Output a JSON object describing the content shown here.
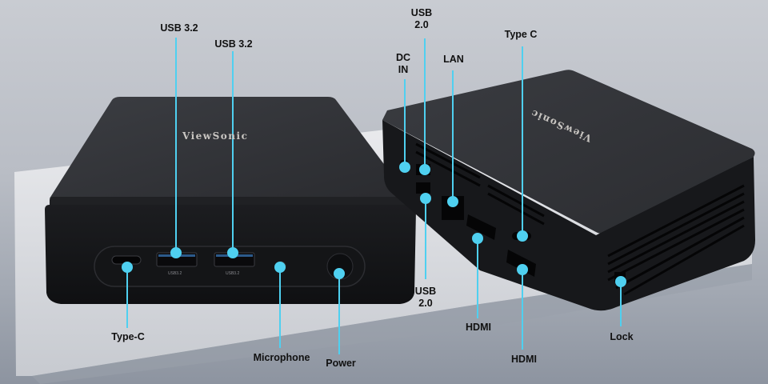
{
  "accent_color": "#4fd0f0",
  "left_device": {
    "brand": "ViewSonic",
    "front_port_labels": [
      "USB3.2",
      "USB3.2"
    ],
    "callouts": [
      {
        "id": "usb32-a",
        "label": "USB 3.2"
      },
      {
        "id": "usb32-b",
        "label": "USB 3.2"
      },
      {
        "id": "type-c-front",
        "label": "Type-C"
      },
      {
        "id": "microphone",
        "label": "Microphone"
      },
      {
        "id": "power",
        "label": "Power"
      }
    ]
  },
  "right_device": {
    "brand": "ViewSonic",
    "callouts": [
      {
        "id": "dc-in",
        "label": "DC\nIN",
        "line1": "DC",
        "line2": "IN"
      },
      {
        "id": "usb20-top",
        "label": "USB 2.0",
        "line1": "USB",
        "line2": "2.0"
      },
      {
        "id": "lan",
        "label": "LAN"
      },
      {
        "id": "type-c-rear",
        "label": "Type C"
      },
      {
        "id": "usb20-bottom",
        "label": "USB 2.0",
        "line1": "USB",
        "line2": "2.0"
      },
      {
        "id": "hdmi-1",
        "label": "HDMI"
      },
      {
        "id": "hdmi-2",
        "label": "HDMI"
      },
      {
        "id": "lock",
        "label": "Lock"
      }
    ]
  }
}
